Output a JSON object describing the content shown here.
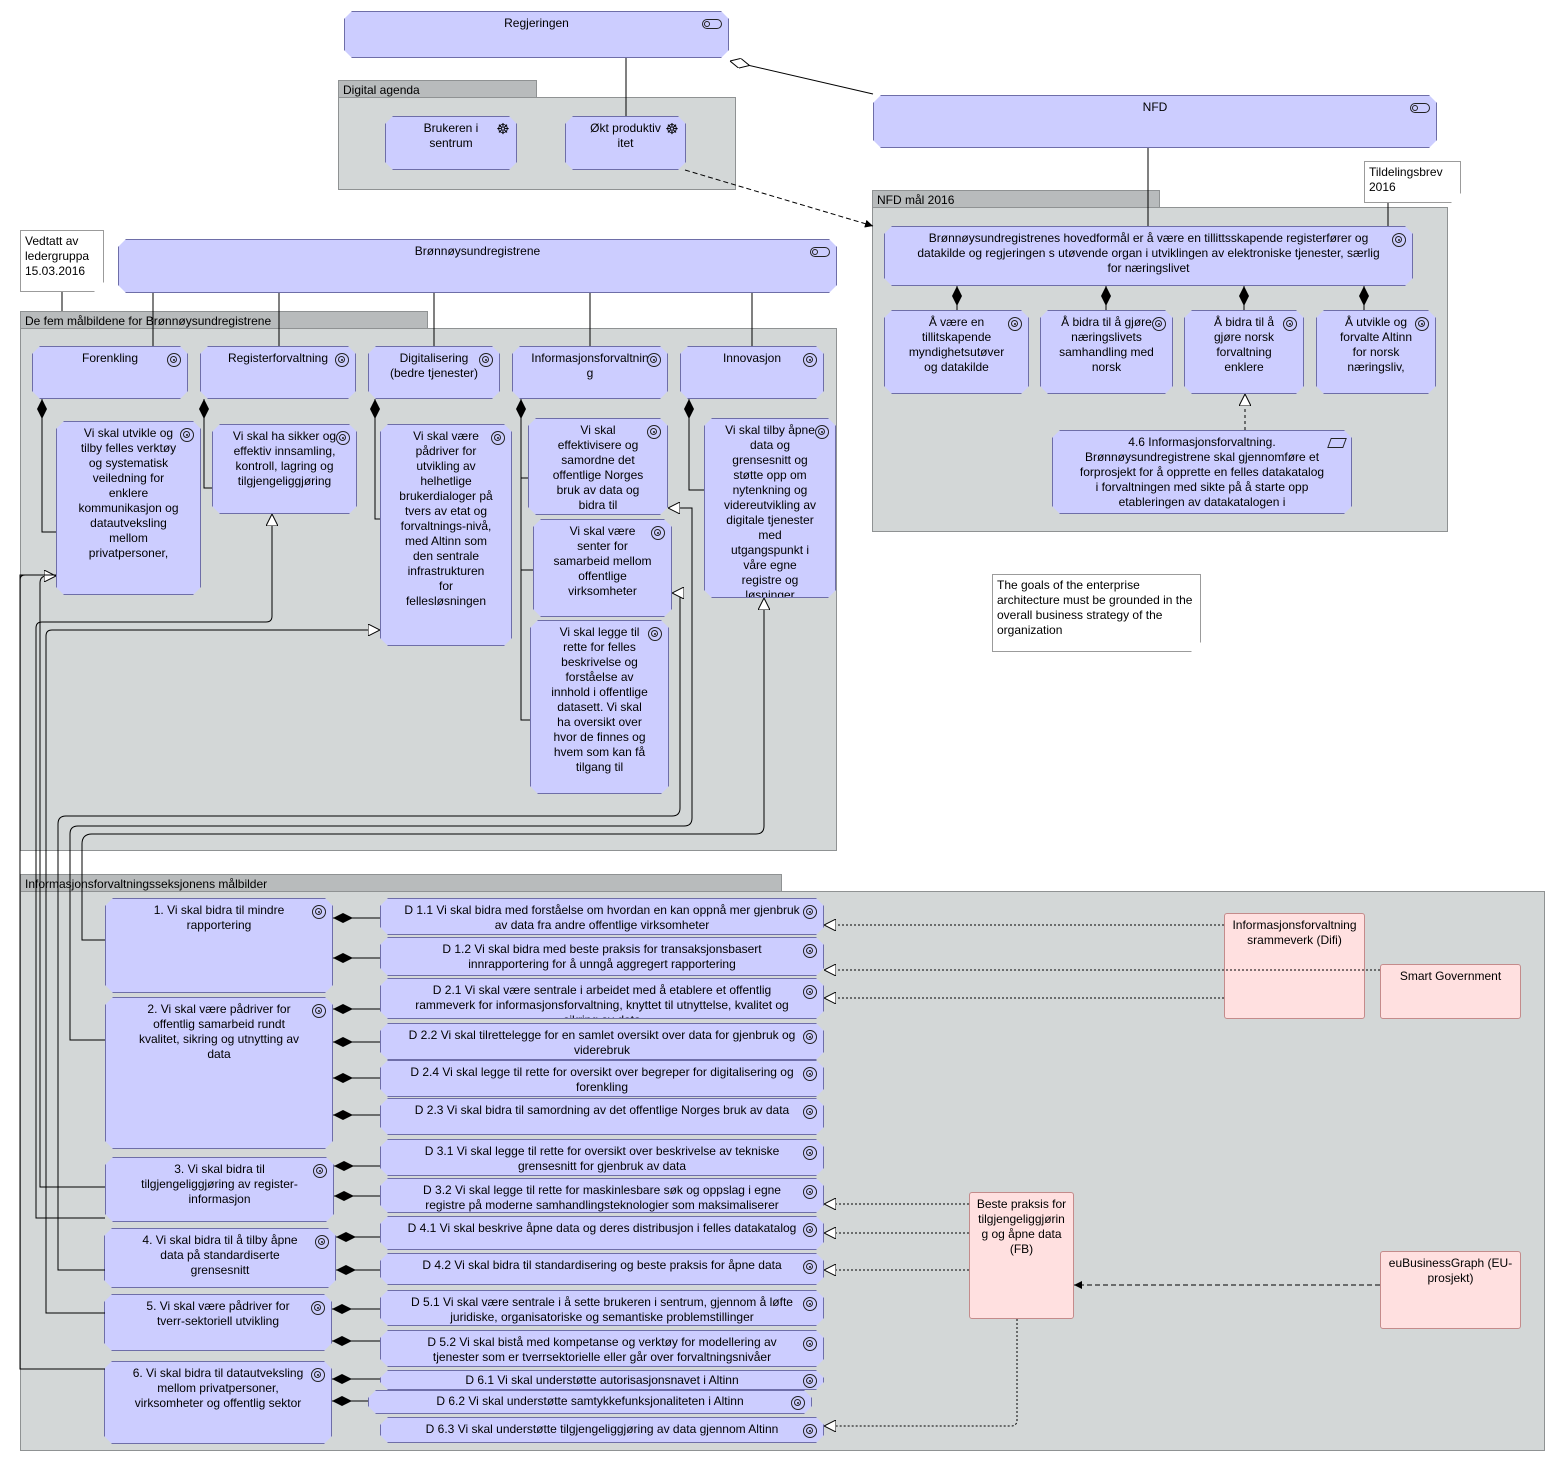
{
  "actors": {
    "regjeringen": "Regjeringen",
    "nfd": "NFD",
    "bronnoy": "Brønnøysundregistrene"
  },
  "groups": {
    "digital_agenda": "Digital agenda",
    "nfd_maal": "NFD mål 2016",
    "fem_maal": "De fem målbildene for Brønnøysundregistrene",
    "info_seksjon": "Informasjonsforvaltningsseksjonens målbilder"
  },
  "drivers": {
    "brukeren": "Brukeren i sentrum",
    "okt": "Økt produktivitet"
  },
  "notes": {
    "vedtatt": "Vedtatt av ledergruppa 15.03.2016",
    "tildeling": "Tildelingsbrev 2016",
    "enterprise": "The goals of the enterprise architecture must be grounded in the overall business strategy of the organization"
  },
  "nfd_goals": {
    "main": "Brønnøysundregistrenes hovedformål er å være en tillittsskapende registerfører og datakilde og regjeringen s utøvende organ i utviklingen av elektroniske tjenester, særlig for næringslivet",
    "g1": "Å være en tillitskapende myndighetsutøver og datakilde",
    "g2": "Å bidra til å gjøre næringslivets samhandling med norsk",
    "g3": "Å bidra til å gjøre norsk forvaltning enklere",
    "g4": "Å utvikle og forvalte Altinn for norsk næringsliv,",
    "work_package": "4.6 Informasjonsforvaltning. Brønnøysundregistrene skal gjennomføre et forprosjekt for å opprette en felles datakatalog i forvaltningen med sikte på å starte opp etableringen av datakatalogen i"
  },
  "fem": {
    "forenkling": "Forenkling",
    "register": "Registerforvaltning",
    "digital": "Digitalisering (bedre tjenester)",
    "infoforv": "Informasjonsforvaltning",
    "innovasjon": "Innovasjon",
    "sub_forenkling": "Vi skal utvikle og tilby felles verktøy og systematisk veiledning for enklere kommunikasjon og datautveksling mellom privatpersoner,",
    "sub_register": "Vi skal ha sikker og effektiv innsamling, kontroll, lagring og tilgjengeliggjøring",
    "sub_digital": "Vi skal være pådriver for utvikling av helhetlige brukerdialoger på tvers av etat og forvaltnings-nivå, med Altinn som den sentrale infrastrukturen for fellesløsningen",
    "sub_info1": "Vi skal effektivisere og samordne det offentlige Norges bruk av data og bidra til",
    "sub_info2": "Vi skal være senter for samarbeid mellom offentlige virksomheter",
    "sub_info3": "Vi skal legge til rette for felles beskrivelse og forståelse av innhold i offentlige datasett. Vi skal ha oversikt over hvor de finnes og hvem som kan få tilgang til",
    "sub_innov": "Vi skal tilby åpne data og grensesnitt og støtte opp om nytenkning og videreutvikling av digitale tjenester med utgangspunkt i våre egne registre og løsninger"
  },
  "info_goals": {
    "g1": "1. Vi skal bidra til mindre rapportering",
    "g2": "2. Vi skal være pådriver for offentlig samarbeid rundt kvalitet, sikring og utnytting av data",
    "g3": "3. Vi skal bidra til tilgjengeliggjøring av register-informasjon",
    "g4": "4. Vi skal bidra til å tilby åpne data på standardiserte grensesnitt",
    "g5": "5. Vi skal være pådriver for tverr-sektoriell utvikling",
    "g6": "6. Vi skal bidra til datautveksling mellom privatpersoner, virksomheter og offentlig sektor"
  },
  "d_goals": {
    "d11": "D 1.1 Vi skal bidra med forståelse om hvordan en kan oppnå mer gjenbruk av data fra andre offentlige virksomheter",
    "d12": "D 1.2 Vi skal bidra med beste praksis for transaksjonsbasert innrapportering for å unngå aggregert rapportering",
    "d21": "D 2.1 Vi skal være sentrale i arbeidet med å etablere et offentlig rammeverk for informasjonsforvaltning, knyttet til utnyttelse, kvalitet og sikring av data",
    "d22": "D 2.2 Vi skal tilrettelegge for en samlet oversikt over data for gjenbruk og viderebruk",
    "d24": "D 2.4 Vi skal legge til rette for oversikt over begreper for digitalisering og forenkling",
    "d23": "D 2.3 Vi skal bidra til samordning av det offentlige Norges bruk av data",
    "d31": "D 3.1 Vi skal legge til rette for oversikt over beskrivelse av tekniske grensesnitt for gjenbruk av data",
    "d32": "D 3.2 Vi skal legge til rette for maskinlesbare søk og oppslag i egne registre på moderne samhandlingsteknologier som maksimaliserer",
    "d41": "D 4.1 Vi skal beskrive åpne data og deres distribusjon i felles datakatalog",
    "d42": "D 4.2 Vi skal bidra til standardisering og beste praksis for åpne data",
    "d51": "D 5.1 Vi skal være sentrale i å sette brukeren i sentrum, gjennom å løfte juridiske, organisatoriske og semantiske problemstillinger",
    "d52": "D 5.2 Vi skal bistå med kompetanse og verktøy for modellering av tjenester som er tverrsektorielle eller går over forvaltningsnivåer",
    "d61": "D 6.1 Vi skal understøtte autorisasjonsnavet i Altinn",
    "d62": "D 6.2 Vi skal understøtte samtykkefunksjonaliteten i Altinn",
    "d63": "D 6.3 Vi skal understøtte tilgjengeliggjøring av data gjennom Altinn"
  },
  "requirements": {
    "infoforv": "Informasjonsforvaltningsrammeverk (Difi)",
    "smart": "Smart Government",
    "beste": "Beste praksis for tilgjengeliggjøring og åpne data (FB)",
    "eubg": "euBusinessGraph (EU-prosjekt)"
  },
  "icons": {
    "goal": "goal-icon",
    "actor": "business-actor-icon",
    "driver": "driver-icon",
    "work_package": "work-package-icon"
  },
  "colors": {
    "goal_fill": "#cccdff",
    "group_fill": "#d3d7d7",
    "requirement_fill": "#ffe0e0"
  }
}
